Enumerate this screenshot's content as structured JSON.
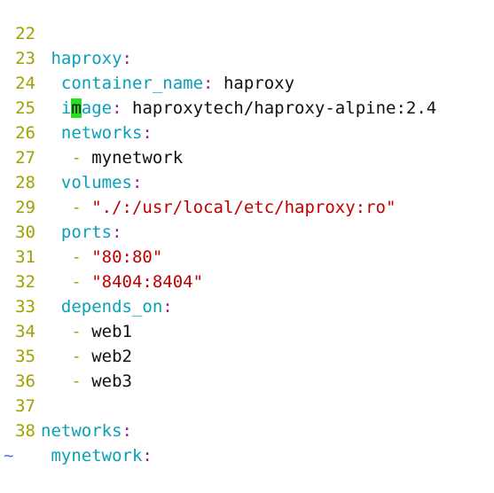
{
  "lines": [
    {
      "num": "22",
      "indent": " ",
      "key": "haproxy",
      "colon": ":"
    },
    {
      "num": "23",
      "indent": "  ",
      "key": "container_name",
      "colon": ":",
      "sep": " ",
      "value": "haproxy"
    },
    {
      "num": "24",
      "indent": "  ",
      "key_pre": "i",
      "cursor_char": "m",
      "key_post": "age",
      "colon": ":",
      "sep": " ",
      "value": "haproxytech/haproxy-alpine:2.4"
    },
    {
      "num": "25",
      "indent": "  ",
      "key": "networks",
      "colon": ":"
    },
    {
      "num": "26",
      "indent": "   ",
      "dash": "-",
      "sep": " ",
      "value": "mynetwork"
    },
    {
      "num": "27",
      "indent": "  ",
      "key": "volumes",
      "colon": ":"
    },
    {
      "num": "28",
      "indent": "   ",
      "dash": "-",
      "sep": " ",
      "string": "\"./:/usr/local/etc/haproxy:ro\""
    },
    {
      "num": "29",
      "indent": "  ",
      "key": "ports",
      "colon": ":"
    },
    {
      "num": "30",
      "indent": "   ",
      "dash": "-",
      "sep": " ",
      "string": "\"80:80\""
    },
    {
      "num": "31",
      "indent": "   ",
      "dash": "-",
      "sep": " ",
      "string": "\"8404:8404\""
    },
    {
      "num": "32",
      "indent": "  ",
      "key": "depends_on",
      "colon": ":"
    },
    {
      "num": "33",
      "indent": "   ",
      "dash": "-",
      "sep": " ",
      "value": "web1"
    },
    {
      "num": "34",
      "indent": "   ",
      "dash": "-",
      "sep": " ",
      "value": "web2"
    },
    {
      "num": "35",
      "indent": "   ",
      "dash": "-",
      "sep": " ",
      "value": "web3"
    },
    {
      "num": "36"
    },
    {
      "num": "37",
      "key": "networks",
      "colon": ":"
    },
    {
      "num": "38",
      "indent": " ",
      "key": "mynetwork",
      "colon": ":"
    }
  ],
  "empty_line_marker": "~",
  "colors": {
    "line_number": "#a0a000",
    "key": "#0aa0b8",
    "colon": "#9a2090",
    "dash": "#b8a000",
    "value": "#111111",
    "string": "#c00000",
    "cursor": "#22e022",
    "tilde": "#4a6fd8"
  }
}
